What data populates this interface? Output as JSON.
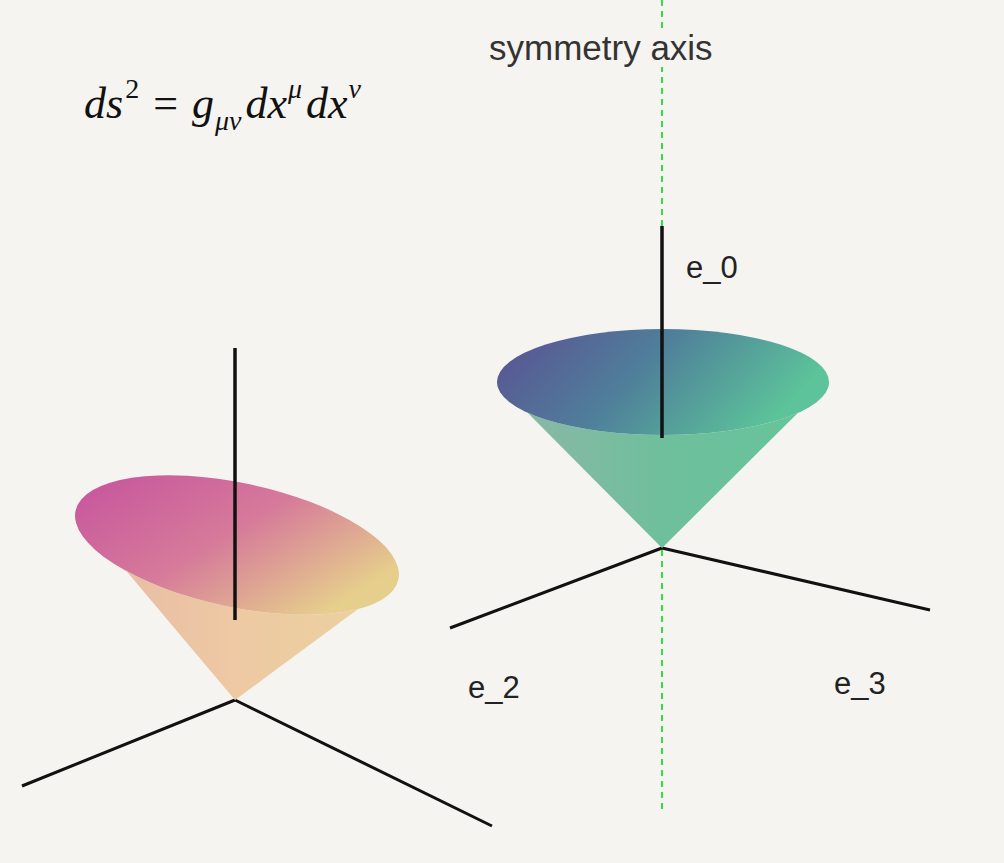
{
  "diagram": {
    "labels": [
      "symmetry axis",
      "ds",
      "2",
      "=",
      "g",
      "μν",
      "dx",
      "μ",
      "dx",
      "ν",
      "e_0",
      "e_2",
      "e_3"
    ]
  }
}
